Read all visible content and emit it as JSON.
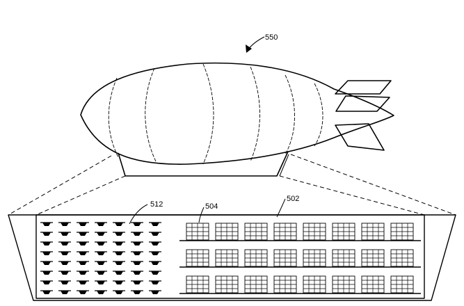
{
  "labels": {
    "airship": "550",
    "cargo_area": "502",
    "storage_shelves": "504",
    "drone_racks": "512"
  },
  "colors": {
    "line": "#000000",
    "background": "#ffffff"
  },
  "icons": {
    "drone": "drone-silhouette-icon",
    "bin": "storage-bin-icon"
  }
}
